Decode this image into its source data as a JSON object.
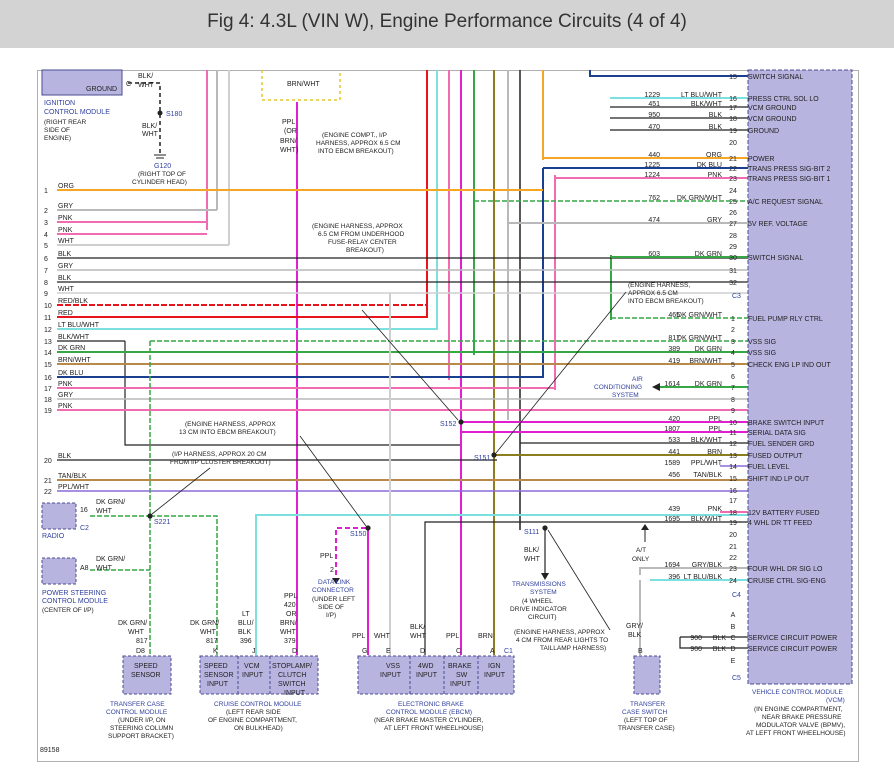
{
  "title": "Fig 4: 4.3L (VIN W), Engine Performance Circuits (4 of 4)",
  "figure_number": "89158",
  "colors": {
    "box_fill": "#b8b4e0",
    "box_stroke": "#4b4b8f",
    "label_blue": "#2f3f9e",
    "orange": "#f5a623",
    "red": "#e8141b",
    "pink": "#f06bb0",
    "magenta": "#e020d0",
    "lt_blue": "#7de0e0",
    "grn": "#35a845",
    "dk_blue": "#1b3f8f",
    "tan": "#b88a4a",
    "gray": "#b9b9b9",
    "olive": "#8c7d1e",
    "black": "#222222",
    "yellow": "#e3c92a"
  },
  "ignition_module": {
    "label": "GROUND",
    "pin": "C",
    "wire_top": "BLK/",
    "wire_top2": "WHT",
    "title": "IGNITION CONTROL MODULE",
    "location": "(RIGHT REAR SIDE OF ENGINE)"
  },
  "s180": "S180",
  "g120": {
    "label": "G120",
    "location": "(RIGHT TOP OF CYLINDER HEAD)",
    "wire": "BLK/",
    "wire2": "WHT"
  },
  "left_pins": [
    {
      "num": "1",
      "wire": "ORG"
    },
    {
      "num": "2",
      "wire": "GRY"
    },
    {
      "num": "3",
      "wire": "PNK"
    },
    {
      "num": "4",
      "wire": "PNK"
    },
    {
      "num": "5",
      "wire": "WHT"
    },
    {
      "num": "6",
      "wire": "BLK"
    },
    {
      "num": "7",
      "wire": "GRY"
    },
    {
      "num": "8",
      "wire": "BLK"
    },
    {
      "num": "9",
      "wire": "WHT"
    },
    {
      "num": "10",
      "wire": "RED/BLK"
    },
    {
      "num": "11",
      "wire": "RED"
    },
    {
      "num": "12",
      "wire": "LT BLU/WHT"
    },
    {
      "num": "13",
      "wire": "BLK/WHT"
    },
    {
      "num": "14",
      "wire": "DK GRN"
    },
    {
      "num": "15",
      "wire": "BRN/WHT"
    },
    {
      "num": "16",
      "wire": "DK BLU"
    },
    {
      "num": "17",
      "wire": "PNK"
    },
    {
      "num": "18",
      "wire": "GRY"
    },
    {
      "num": "19",
      "wire": "PNK"
    },
    {
      "num": "20",
      "wire": "BLK"
    },
    {
      "num": "21",
      "wire": "TAN/BLK"
    },
    {
      "num": "22",
      "wire": "PPL/WHT"
    }
  ],
  "vcm_pins_top": [
    {
      "pin": "15",
      "circuit": "",
      "wire": "",
      "label": "SWITCH SIGNAL"
    },
    {
      "pin": "16",
      "circuit": "1229",
      "wire": "LT BLU/WHT",
      "label": "PRESS CTRL SOL LO"
    },
    {
      "pin": "17",
      "circuit": "451",
      "wire": "BLK/WHT",
      "label": "VCM GROUND"
    },
    {
      "pin": "18",
      "circuit": "950",
      "wire": "BLK",
      "label": "VCM GROUND"
    },
    {
      "pin": "19",
      "circuit": "470",
      "wire": "BLK",
      "label": "GROUND"
    },
    {
      "pin": "20",
      "circuit": "",
      "wire": "",
      "label": ""
    },
    {
      "pin": "21",
      "circuit": "440",
      "wire": "ORG",
      "label": "POWER"
    },
    {
      "pin": "22",
      "circuit": "1225",
      "wire": "DK BLU",
      "label": "TRANS PRESS SIG-BIT 2"
    },
    {
      "pin": "23",
      "circuit": "1224",
      "wire": "PNK",
      "label": "TRANS PRESS SIG-BIT 1"
    },
    {
      "pin": "24",
      "circuit": "",
      "wire": "",
      "label": ""
    },
    {
      "pin": "25",
      "circuit": "762",
      "wire": "DK GRN/WHT",
      "label": "A/C REQUEST SIGNAL"
    },
    {
      "pin": "26",
      "circuit": "",
      "wire": "",
      "label": ""
    },
    {
      "pin": "27",
      "circuit": "474",
      "wire": "GRY",
      "label": "5V REF. VOLTAGE"
    },
    {
      "pin": "28",
      "circuit": "",
      "wire": "",
      "label": ""
    },
    {
      "pin": "29",
      "circuit": "",
      "wire": "",
      "label": ""
    },
    {
      "pin": "30",
      "circuit": "603",
      "wire": "DK GRN",
      "label": "SWITCH SIGNAL"
    },
    {
      "pin": "31",
      "circuit": "",
      "wire": "",
      "label": ""
    },
    {
      "pin": "32",
      "circuit": "",
      "wire": "",
      "label": ""
    }
  ],
  "c3": "C3",
  "vcm_pins_mid": [
    {
      "pin": "1",
      "circuit": "465",
      "wire": "DK GRN/WHT",
      "label": "FUEL PUMP RLY CTRL"
    },
    {
      "pin": "2",
      "circuit": "",
      "wire": "",
      "label": ""
    },
    {
      "pin": "3",
      "circuit": "817",
      "wire": "DK GRN/WHT",
      "label": "VSS SIG"
    },
    {
      "pin": "4",
      "circuit": "389",
      "wire": "DK GRN",
      "label": "VSS SIG"
    },
    {
      "pin": "5",
      "circuit": "419",
      "wire": "BRN/WHT",
      "label": "CHECK ENG LP IND OUT"
    },
    {
      "pin": "6",
      "circuit": "",
      "wire": "",
      "label": ""
    },
    {
      "pin": "7",
      "circuit": "1614",
      "wire": "DK GRN",
      "label": ""
    },
    {
      "pin": "8",
      "circuit": "",
      "wire": "",
      "label": ""
    },
    {
      "pin": "9",
      "circuit": "",
      "wire": "",
      "label": ""
    },
    {
      "pin": "10",
      "circuit": "420",
      "wire": "PPL",
      "label": "BRAKE SWITCH INPUT"
    },
    {
      "pin": "11",
      "circuit": "1807",
      "wire": "PPL",
      "label": "SERIAL DATA SIG"
    },
    {
      "pin": "12",
      "circuit": "533",
      "wire": "BLK/WHT",
      "label": "FUEL SENDER GRD"
    },
    {
      "pin": "13",
      "circuit": "441",
      "wire": "BRN",
      "label": "FUSED OUTPUT"
    },
    {
      "pin": "14",
      "circuit": "1589",
      "wire": "PPL/WHT",
      "label": "FUEL LEVEL"
    },
    {
      "pin": "15",
      "circuit": "456",
      "wire": "TAN/BLK",
      "label": "SHIFT IND LP OUT"
    },
    {
      "pin": "16",
      "circuit": "",
      "wire": "",
      "label": ""
    },
    {
      "pin": "17",
      "circuit": "",
      "wire": "",
      "label": ""
    },
    {
      "pin": "18",
      "circuit": "439",
      "wire": "PNK",
      "label": "12V BATTERY FUSED"
    },
    {
      "pin": "19",
      "circuit": "1695",
      "wire": "BLK/WHT",
      "label": "4 WHL DR TT FEED"
    },
    {
      "pin": "20",
      "circuit": "",
      "wire": "",
      "label": ""
    },
    {
      "pin": "21",
      "circuit": "",
      "wire": "",
      "label": ""
    },
    {
      "pin": "22",
      "circuit": "",
      "wire": "",
      "label": ""
    },
    {
      "pin": "23",
      "circuit": "1694",
      "wire": "GRY/BLK",
      "label": "FOUR WHL DR SIG LO"
    },
    {
      "pin": "24",
      "circuit": "396",
      "wire": "LT BLU/BLK",
      "label": "CRUISE CTRL SIG-ENG"
    }
  ],
  "c4": "C4",
  "vcm_pins_c5": [
    {
      "pin": "A",
      "circuit": "",
      "wire": "",
      "label": ""
    },
    {
      "pin": "B",
      "circuit": "",
      "wire": "",
      "label": ""
    },
    {
      "pin": "C",
      "circuit": "900",
      "wire": "BLK",
      "label": "SERVICE CIRCUIT POWER"
    },
    {
      "pin": "D",
      "circuit": "900",
      "wire": "BLK",
      "label": "SERVICE CIRCUIT POWER"
    },
    {
      "pin": "E",
      "circuit": "",
      "wire": "",
      "label": ""
    }
  ],
  "c5": "C5",
  "vcm": {
    "title": "VEHICLE CONTROL MODULE (VCM)",
    "location": "(IN ENGINE COMPARTMENT, NEAR BRAKE PRESSURE MODULATOR VALVE (BPMV), AT LEFT FRONT WHEELHOUSE)"
  },
  "notes": {
    "harness_top": "(ENGINE COMPT., I/P HARNESS, APPROX 6.5 CM INTO EBCM BREAKOUT)",
    "harness_mid": "(ENGINE HARNESS, APPROX 6.5 CM FROM UNDERHOOD FUSE-RELAY CENTER BREAKOUT)",
    "harness_right": "(ENGINE HARNESS, APPROX 6.5 CM INTO EBCM BREAKOUT)",
    "harness_13": "(ENGINE HARNESS, APPROX 13 CM INTO EBCM BREAKOUT)",
    "ip_harness": "(I/P HARNESS, APPROX 20 CM FROM I/P CLUSTER BREAKOUT)",
    "harness_4": "(ENGINE HARNESS, APPROX 4 CM FROM REAR LIGHTS TO TAILLAMP HARNESS)"
  },
  "wire_tags": {
    "brn_wht": "BRN/WHT",
    "ppl_or_brn": "PPL (OR BRN/ WHT)"
  },
  "splices": {
    "s152": "S152",
    "s151": "S151",
    "s111": "S111",
    "s150": "S150",
    "s221": "S221"
  },
  "ac": {
    "label": "AIR CONDITIONING SYSTEM"
  },
  "radio": {
    "label": "RADIO",
    "pin": "16",
    "conn": "C2",
    "wire": "DK GRN/ WHT"
  },
  "power_steering": {
    "label": "POWER STEERING CONTROL MODULE",
    "location": "(CENTER OF I/P)",
    "pin": "A8",
    "wire": "DK GRN/ WHT"
  },
  "data_link": {
    "label": "DATA LINK CONNECTOR",
    "location": "(UNDER LEFT SIDE OF I/P)",
    "pin": "2",
    "wire": "PPL"
  },
  "ac_only": "A/T ONLY",
  "trans_system": {
    "wire": "BLK/ WHT",
    "label": "TRANSMISSIONS SYSTEM (4 WHEEL DRIVE INDICATOR CIRCUIT)"
  },
  "transfer_case_module": {
    "speed_sensor": "SPEED SENSOR",
    "pin": "D8",
    "circuit": "817",
    "wire": "DK GRN/ WHT",
    "title": "TRANSFER CASE CONTROL MODULE",
    "location": "(UNDER I/P, ON STEERING COLUMN SUPPORT BRACKET)"
  },
  "cruise_module": {
    "cells": [
      "SPEED SENSOR INPUT",
      "VCM INPUT",
      "STOPLAMP/ CLUTCH SWITCH INPUT"
    ],
    "pins": [
      "K",
      "J",
      "D"
    ],
    "circuits": [
      "817",
      "396",
      "379"
    ],
    "wires": [
      "DK GRN/ WHT",
      "LT BLU/ BLK",
      "PPL 420 OR BRN/ WHT"
    ],
    "title": "CRUISE CONTROL MODULE",
    "location": "(LEFT REAR SIDE OF ENGINE COMPARTMENT, ON BULKHEAD)"
  },
  "ebcm": {
    "cells": [
      "VSS INPUT",
      "4WD INPUT",
      "BRAKE SW INPUT",
      "IGN INPUT"
    ],
    "pins": [
      "G",
      "E",
      "D",
      "C",
      "A"
    ],
    "wires": [
      "PPL",
      "WHT",
      "BLK/ WHT",
      "PPL",
      "BRN"
    ],
    "conn": "C1",
    "title": "ELECTRONIC BRAKE CONTROL MODULE (EBCM)",
    "location": "(NEAR BRAKE MASTER CYLINDER, AT LEFT FRONT WHEELHOUSE)"
  },
  "transfer_case_switch": {
    "wire": "GRY/ BLK",
    "pin": "B",
    "title": "TRANSFER CASE SWITCH",
    "location": "(LEFT TOP OF TRANSFER CASE)"
  }
}
